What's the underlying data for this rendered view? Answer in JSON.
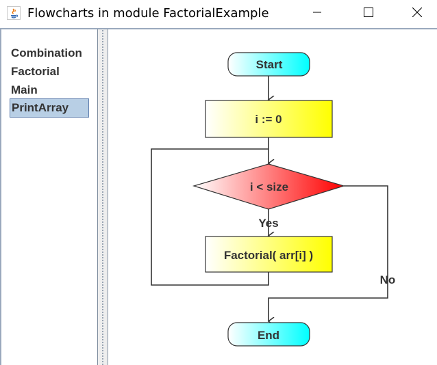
{
  "window": {
    "title": "Flowcharts in module FactorialExample",
    "controls": {
      "minimize": "minimize-icon",
      "maximize": "maximize-icon",
      "close": "close-icon"
    }
  },
  "sidebar": {
    "items": [
      {
        "label": "Combination",
        "selected": false
      },
      {
        "label": "Factorial",
        "selected": false
      },
      {
        "label": "Main",
        "selected": false
      },
      {
        "label": "PrintArray",
        "selected": true
      }
    ]
  },
  "flowchart": {
    "start": "Start",
    "init": "i := 0",
    "condition": "i < size",
    "body": "Factorial( arr[i] )",
    "end": "End",
    "yes_label": "Yes",
    "no_label": "No"
  },
  "colors": {
    "terminal_gradient": [
      "#ffffff",
      "#00ffff"
    ],
    "process_gradient": [
      "#ffffff",
      "#ffff00"
    ],
    "decision_gradient": [
      "#ffffff",
      "#ff0000"
    ],
    "selection": "#b8cfe5"
  }
}
